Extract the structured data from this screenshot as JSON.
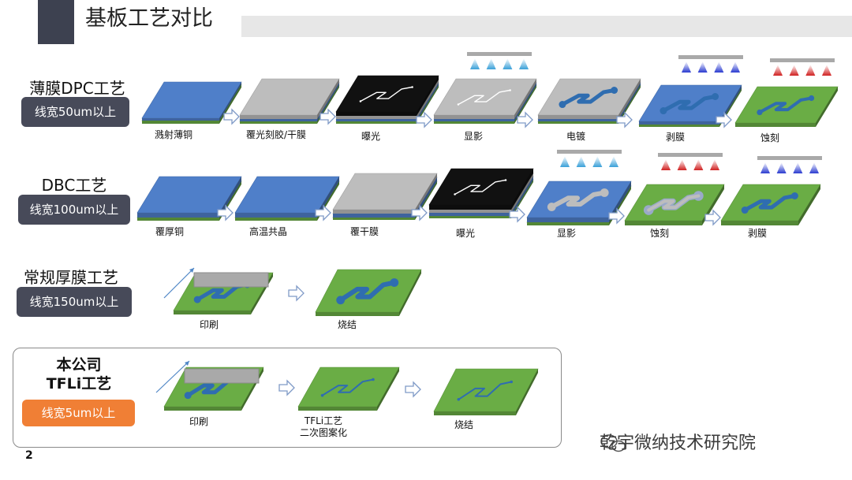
{
  "header": {
    "title": "基板工艺对比"
  },
  "rows": [
    {
      "label": "薄膜DPC工艺",
      "badge": "线宽50um以上",
      "steps": [
        "溅射薄铜",
        "覆光刻胶/干膜",
        "曝光",
        "显影",
        "电镀",
        "剥膜",
        "蚀刻"
      ]
    },
    {
      "label": "DBC工艺",
      "badge": "线宽100um以上",
      "steps": [
        "覆厚铜",
        "高温共晶",
        "覆干膜",
        "曝光",
        "显影",
        "蚀刻",
        "剥膜"
      ]
    },
    {
      "label": "常规厚膜工艺",
      "badge": "线宽150um以上",
      "steps": [
        "印刷",
        "烧结"
      ]
    }
  ],
  "company": {
    "name_line1": "本公司",
    "name_line2": "TFLi工艺",
    "badge": "线宽5um以上",
    "steps": [
      "印刷",
      "TFLi工艺",
      "二次图案化",
      "烧结"
    ]
  },
  "page_number": "2",
  "watermark": "乾宇微纳技术研究院",
  "colors": {
    "copper_blue": "#4f7fc9",
    "substrate_green": "#6aad45",
    "film_gray": "#bdbdbd",
    "mask_black": "#111111",
    "trace_blue": "#2f6db0",
    "badge_dark": "#474a59",
    "badge_orange": "#f07f35"
  }
}
